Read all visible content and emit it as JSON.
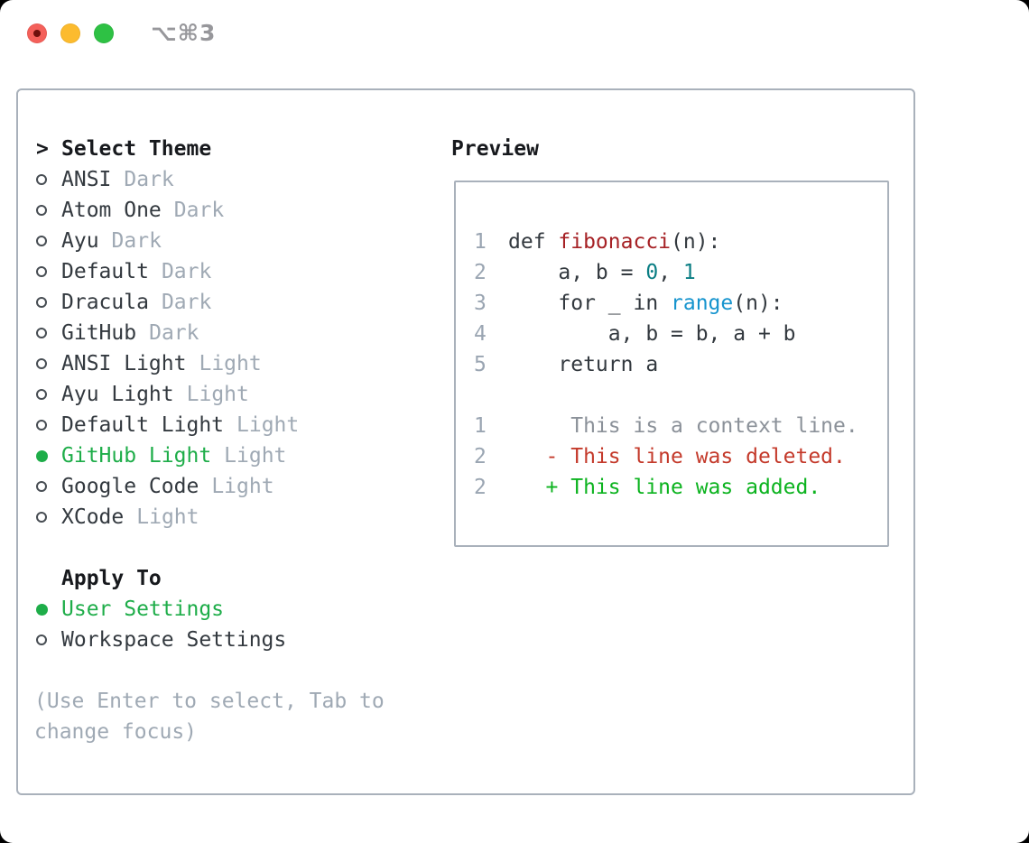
{
  "window": {
    "shortcut_label": "⌥⌘3",
    "traffic_lights": [
      "close",
      "minimize",
      "zoom"
    ]
  },
  "theme_panel": {
    "select_header": {
      "prefix": ">",
      "label": "Select Theme"
    },
    "themes": [
      {
        "name": "ANSI",
        "variant": "Dark",
        "selected": false
      },
      {
        "name": "Atom One",
        "variant": "Dark",
        "selected": false
      },
      {
        "name": "Ayu",
        "variant": "Dark",
        "selected": false
      },
      {
        "name": "Default",
        "variant": "Dark",
        "selected": false
      },
      {
        "name": "Dracula",
        "variant": "Dark",
        "selected": false
      },
      {
        "name": "GitHub",
        "variant": "Dark",
        "selected": false
      },
      {
        "name": "ANSI Light",
        "variant": "Light",
        "selected": false
      },
      {
        "name": "Ayu Light",
        "variant": "Light",
        "selected": false
      },
      {
        "name": "Default Light",
        "variant": "Light",
        "selected": false
      },
      {
        "name": "GitHub Light",
        "variant": "Light",
        "selected": true
      },
      {
        "name": "Google Code",
        "variant": "Light",
        "selected": false
      },
      {
        "name": "XCode",
        "variant": "Light",
        "selected": false
      }
    ],
    "apply_to": {
      "header": "Apply To",
      "options": [
        {
          "label": "User Settings",
          "selected": true
        },
        {
          "label": "Workspace Settings",
          "selected": false
        }
      ]
    },
    "hint_lines": [
      "(Use Enter to select, Tab to",
      "change focus)"
    ]
  },
  "preview": {
    "header": "Preview",
    "code_lines": [
      {
        "num": "1",
        "segments": [
          {
            "text": "def ",
            "style": "keyword"
          },
          {
            "text": "fibonacci",
            "style": "function"
          },
          {
            "text": "(n):",
            "style": "plain"
          }
        ]
      },
      {
        "num": "2",
        "segments": [
          {
            "text": "    a, b = ",
            "style": "plain"
          },
          {
            "text": "0",
            "style": "number"
          },
          {
            "text": ", ",
            "style": "plain"
          },
          {
            "text": "1",
            "style": "number"
          }
        ]
      },
      {
        "num": "3",
        "segments": [
          {
            "text": "    for _ in ",
            "style": "plain"
          },
          {
            "text": "range",
            "style": "builtin"
          },
          {
            "text": "(n):",
            "style": "plain"
          }
        ]
      },
      {
        "num": "4",
        "segments": [
          {
            "text": "        a, b = b, a + b",
            "style": "plain"
          }
        ]
      },
      {
        "num": "5",
        "segments": [
          {
            "text": "    return a",
            "style": "plain"
          }
        ]
      },
      {
        "num": "",
        "segments": []
      },
      {
        "num": "1",
        "segments": [
          {
            "text": "     This is a context line.",
            "style": "context"
          }
        ]
      },
      {
        "num": "2",
        "segments": [
          {
            "text": "   - This line was deleted.",
            "style": "deleted"
          }
        ]
      },
      {
        "num": "2",
        "segments": [
          {
            "text": "   + This line was added.",
            "style": "added"
          }
        ]
      }
    ]
  },
  "colors": {
    "accent_green": "#1ead49",
    "added_green": "#0cb31f",
    "deleted_red": "#c43a2b",
    "function_red": "#a62125",
    "number_teal": "#0b7e84",
    "builtin_blue": "#1694ce",
    "context_gray": "#8b9199",
    "muted_gray": "#9fa9b4",
    "line_number_gray": "#9aa5b2",
    "text_dark": "#33393f",
    "header_black": "#17191d",
    "border_gray": "#a9b1bb",
    "traffic_red": "#f4605a",
    "traffic_red_dot": "#6e100c",
    "traffic_yellow": "#fcbb2e",
    "traffic_green": "#2ec144",
    "shortcut_gray": "#97979b"
  }
}
